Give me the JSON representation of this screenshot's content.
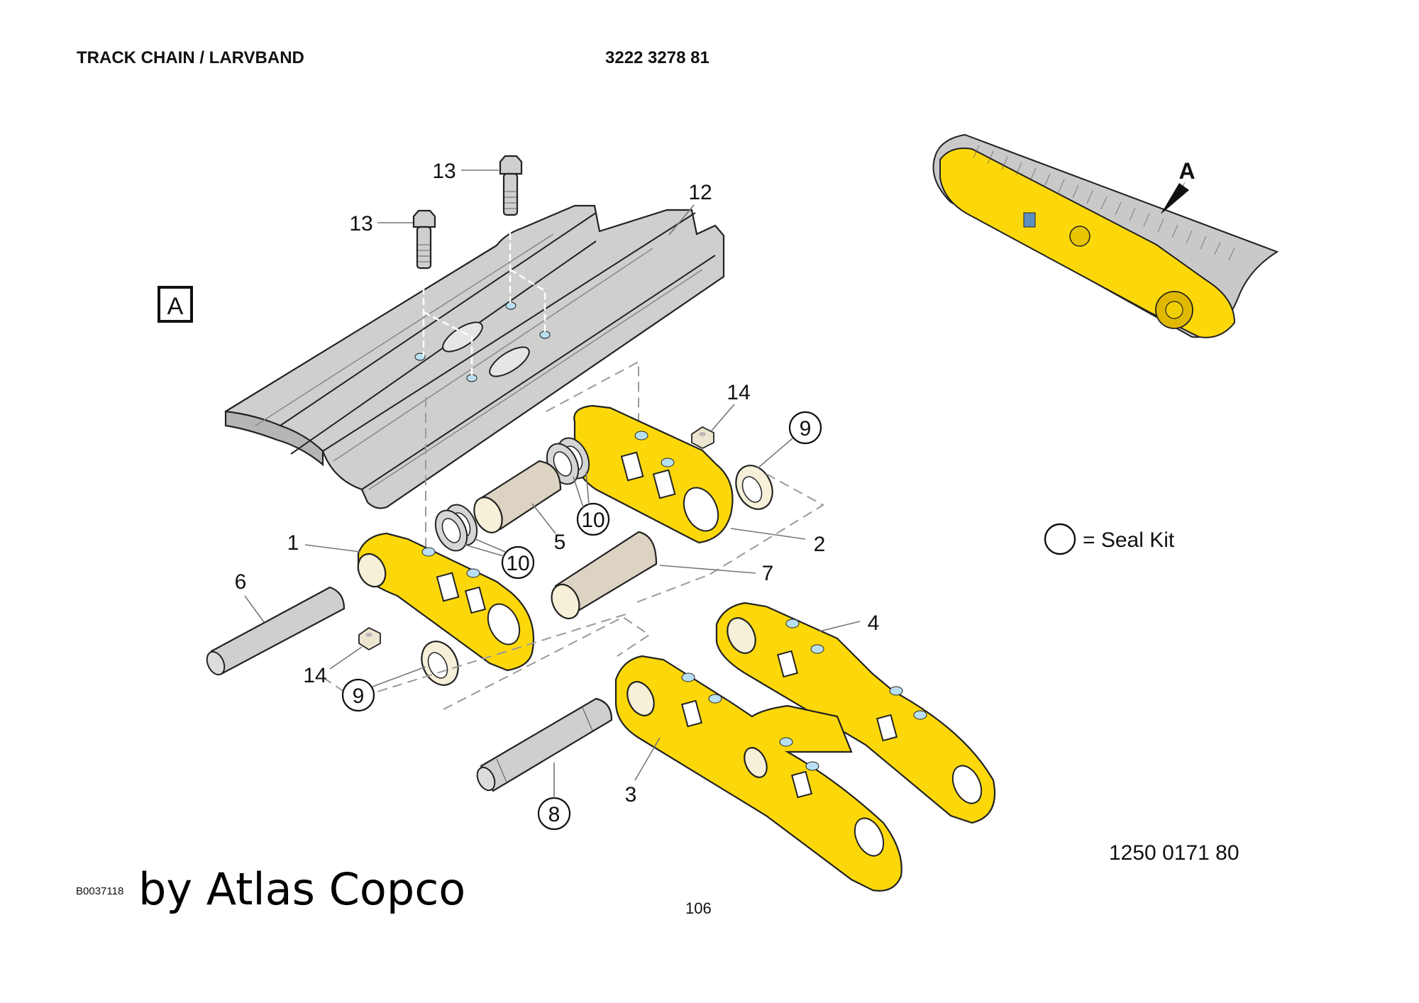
{
  "header": {
    "title": "TRACK CHAIN / LARVBAND",
    "part_number": "3222 3278 81"
  },
  "view_label": "A",
  "overview": {
    "arrow_label": "A"
  },
  "legend": {
    "symbol": "circle",
    "text": "= Seal Kit"
  },
  "callouts": [
    {
      "id": "13",
      "part": "bolt",
      "seal_kit": false
    },
    {
      "id": "13",
      "part": "bolt",
      "seal_kit": false
    },
    {
      "id": "12",
      "part": "track shoe",
      "seal_kit": false
    },
    {
      "id": "14",
      "part": "nut",
      "seal_kit": false
    },
    {
      "id": "9",
      "part": "seal ring",
      "seal_kit": true
    },
    {
      "id": "10",
      "part": "seal washers",
      "seal_kit": true
    },
    {
      "id": "10",
      "part": "seal washers",
      "seal_kit": true
    },
    {
      "id": "5",
      "part": "bushing",
      "seal_kit": false
    },
    {
      "id": "2",
      "part": "link right",
      "seal_kit": false
    },
    {
      "id": "1",
      "part": "link left",
      "seal_kit": false
    },
    {
      "id": "7",
      "part": "bushing",
      "seal_kit": false
    },
    {
      "id": "6",
      "part": "pin",
      "seal_kit": false
    },
    {
      "id": "4",
      "part": "link assembly",
      "seal_kit": false
    },
    {
      "id": "14",
      "part": "nut",
      "seal_kit": false
    },
    {
      "id": "9",
      "part": "seal ring",
      "seal_kit": true
    },
    {
      "id": "8",
      "part": "master pin",
      "seal_kit": true
    },
    {
      "id": "3",
      "part": "link assembly",
      "seal_kit": false
    }
  ],
  "footer": {
    "drawing_number": "1250 0171 80",
    "image_code": "B0037118",
    "watermark": "by Atlas Copco",
    "page_number": "106"
  }
}
